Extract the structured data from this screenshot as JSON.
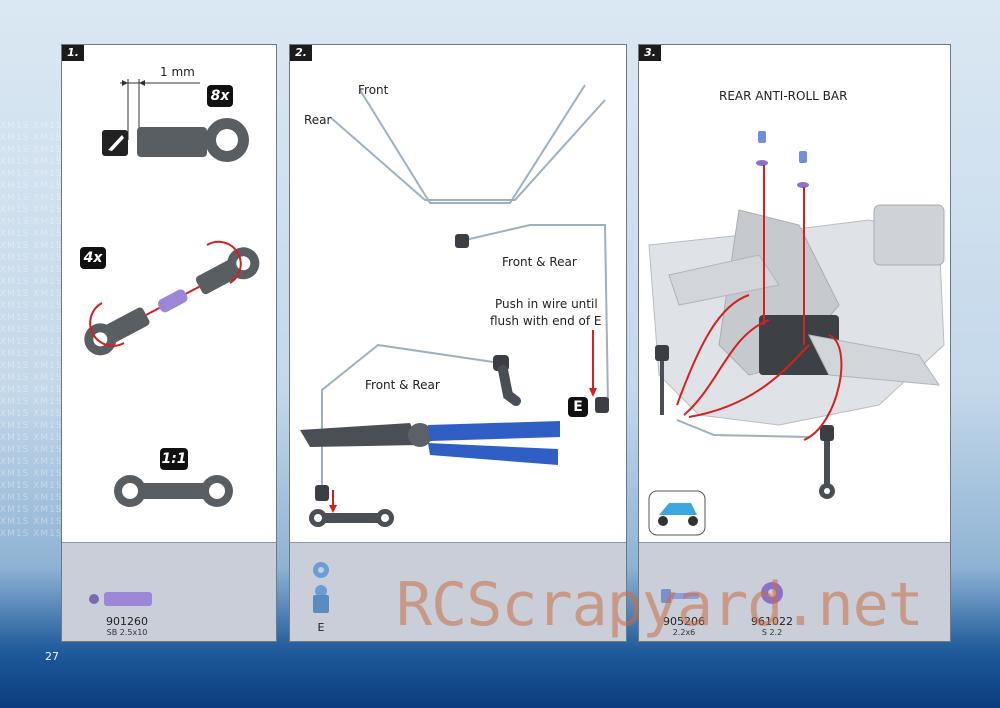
{
  "page_number": "27",
  "watermark": "RCScrapyard.net",
  "step1": {
    "number": "1.",
    "dimension": "1 mm",
    "badge_8x": "8x",
    "badge_4x": "4x",
    "badge_ratio": "1:1",
    "part": {
      "code": "901260",
      "desc": "SB 2.5x10"
    }
  },
  "step2": {
    "number": "2.",
    "label_front": "Front",
    "label_rear": "Rear",
    "label_front_rear_1": "Front & Rear",
    "push_line1": "Push in wire until",
    "push_line2": "flush with end of E",
    "label_front_rear_2": "Front & Rear",
    "badge_e": "E",
    "part": {
      "code": "E"
    }
  },
  "step3": {
    "number": "3.",
    "title": "REAR ANTI-ROLL BAR",
    "parts": [
      {
        "code": "905206",
        "desc": "2.2x6"
      },
      {
        "code": "961022",
        "desc": "S 2.2"
      }
    ]
  },
  "colors": {
    "accent_red": "#d42020",
    "part_purple": "#9b86d8",
    "part_blue": "#6a9ed4",
    "handle_blue": "#2f5fc4"
  }
}
